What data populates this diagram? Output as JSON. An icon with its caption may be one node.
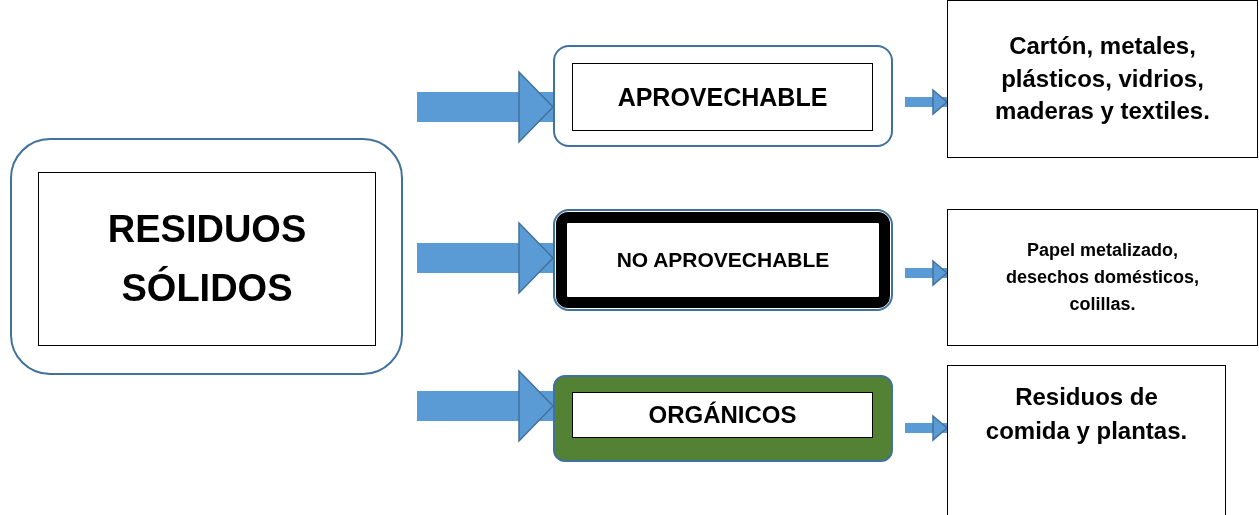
{
  "diagram": {
    "nodes": [
      {
        "text": [],
        "shape": "box"
      },
      {
        "text": [
          "RESIDUOS SÓLIDOS"
        ],
        "in": 0
      },
      {
        "text": [],
        "shape": "box"
      },
      {
        "text": [
          "APROVECHABLE"
        ],
        "in": 2
      },
      {
        "text": [],
        "shape": "box"
      },
      {
        "text": [
          "NO APROVECHABLE"
        ],
        "in": 4
      },
      {
        "text": [],
        "shape": "box"
      },
      {
        "text": [
          "ORGÁNICOS"
        ],
        "in": 6
      },
      {
        "text": [
          "Cartón, metales, plásticos, vidrios, maderas y textiles."
        ]
      },
      {
        "text": [
          "Papel metalizado, desechos domésticos, colillas."
        ]
      },
      {
        "text": [
          "Residuos de comida y plantas."
        ]
      }
    ],
    "edges": [
      {
        "from": 0,
        "to": 2,
        "arrow": "to",
        "style": "thick"
      },
      {
        "from": 0,
        "to": 4,
        "arrow": "to",
        "style": "thick"
      },
      {
        "from": 0,
        "to": 6,
        "arrow": "to",
        "style": "thick"
      },
      {
        "from": 2,
        "to": 8,
        "arrow": "to"
      },
      {
        "from": 4,
        "to": 9,
        "arrow": "to"
      },
      {
        "from": 6,
        "to": 10,
        "arrow": "to"
      }
    ]
  }
}
